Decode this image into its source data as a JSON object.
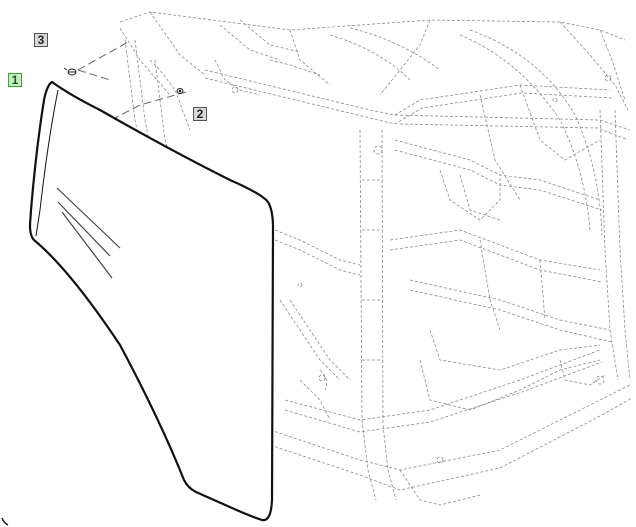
{
  "diagram": {
    "kind": "exploded-parts-view",
    "callouts": [
      {
        "label": "1",
        "part": "side-window-glass",
        "highlighted": true
      },
      {
        "label": "2",
        "part": "washer",
        "highlighted": false
      },
      {
        "label": "3",
        "part": "screw",
        "highlighted": false
      }
    ],
    "colors": {
      "highlight_fill": "#c6ecc0",
      "highlight_border": "#3aa33a",
      "callout_fill": "#d9d9d9",
      "line": "#666666",
      "part_outline": "#111111"
    }
  }
}
